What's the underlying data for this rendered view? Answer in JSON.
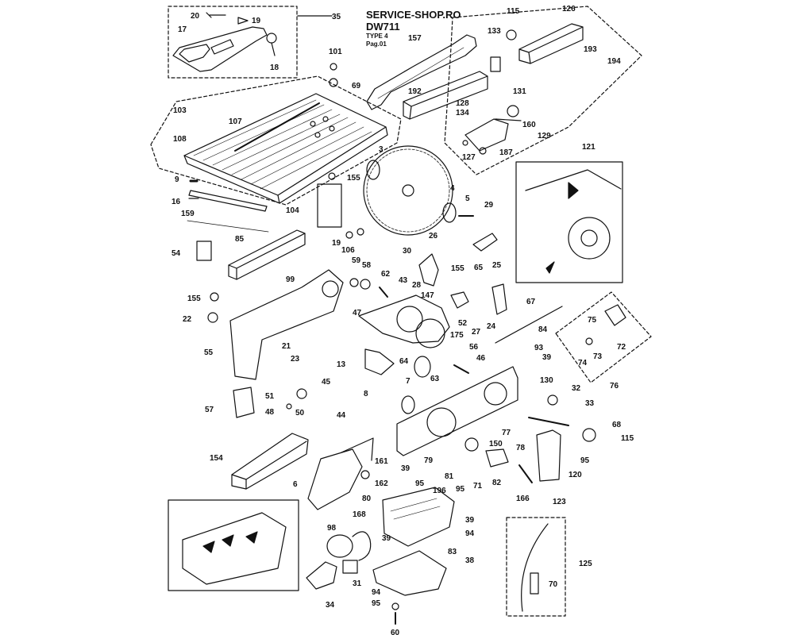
{
  "header": {
    "shop": "SERVICE-SHOP.RO",
    "model": "DW711",
    "type": "TYPE 4",
    "page": "Pag.01"
  },
  "labels": {
    "p3": "3",
    "p4": "4",
    "p5": "5",
    "p6": "6",
    "p7": "7",
    "p8": "8",
    "p9": "9",
    "p13": "13",
    "p16": "16",
    "p17": "17",
    "p18": "18",
    "p19": "19",
    "p19b": "19",
    "p20": "20",
    "p21": "21",
    "p22": "22",
    "p23": "23",
    "p24": "24",
    "p25": "25",
    "p26": "26",
    "p27": "27",
    "p28": "28",
    "p29": "29",
    "p30": "30",
    "p31": "31",
    "p32": "32",
    "p33": "33",
    "p34": "34",
    "p35": "35",
    "p38": "38",
    "p39a": "39",
    "p39b": "39",
    "p39c": "39",
    "p39d": "39",
    "p43": "43",
    "p44": "44",
    "p45": "45",
    "p46": "46",
    "p47": "47",
    "p48": "48",
    "p50": "50",
    "p51": "51",
    "p52": "52",
    "p54": "54",
    "p55": "55",
    "p56": "56",
    "p57": "57",
    "p58": "58",
    "p59": "59",
    "p60": "60",
    "p62": "62",
    "p63": "63",
    "p64": "64",
    "p65": "65",
    "p67": "67",
    "p68": "68",
    "p69": "69",
    "p70": "70",
    "p71": "71",
    "p72": "72",
    "p73": "73",
    "p74": "74",
    "p75": "75",
    "p76": "76",
    "p77": "77",
    "p78": "78",
    "p79": "79",
    "p80": "80",
    "p81": "81",
    "p82": "82",
    "p83": "83",
    "p84": "84",
    "p85": "85",
    "p93": "93",
    "p94a": "94",
    "p94b": "94",
    "p95a": "95",
    "p95b": "95",
    "p95c": "95",
    "p95d": "95",
    "p98": "98",
    "p99": "99",
    "p101": "101",
    "p103": "103",
    "p104": "104",
    "p106": "106",
    "p107": "107",
    "p108": "108",
    "p115a": "115",
    "p115b": "115",
    "p120": "120",
    "p121": "121",
    "p123": "123",
    "p125": "125",
    "p126": "126",
    "p127": "127",
    "p128": "128",
    "p129": "129",
    "p130": "130",
    "p131": "131",
    "p133": "133",
    "p134": "134",
    "p147": "147",
    "p150": "150",
    "p154": "154",
    "p155a": "155",
    "p155b": "155",
    "p155c": "155",
    "p157": "157",
    "p159": "159",
    "p160": "160",
    "p161": "161",
    "p162": "162",
    "p166": "166",
    "p168": "168",
    "p175": "175",
    "p187": "187",
    "p192": "192",
    "p193": "193",
    "p194": "194",
    "p196": "196"
  }
}
